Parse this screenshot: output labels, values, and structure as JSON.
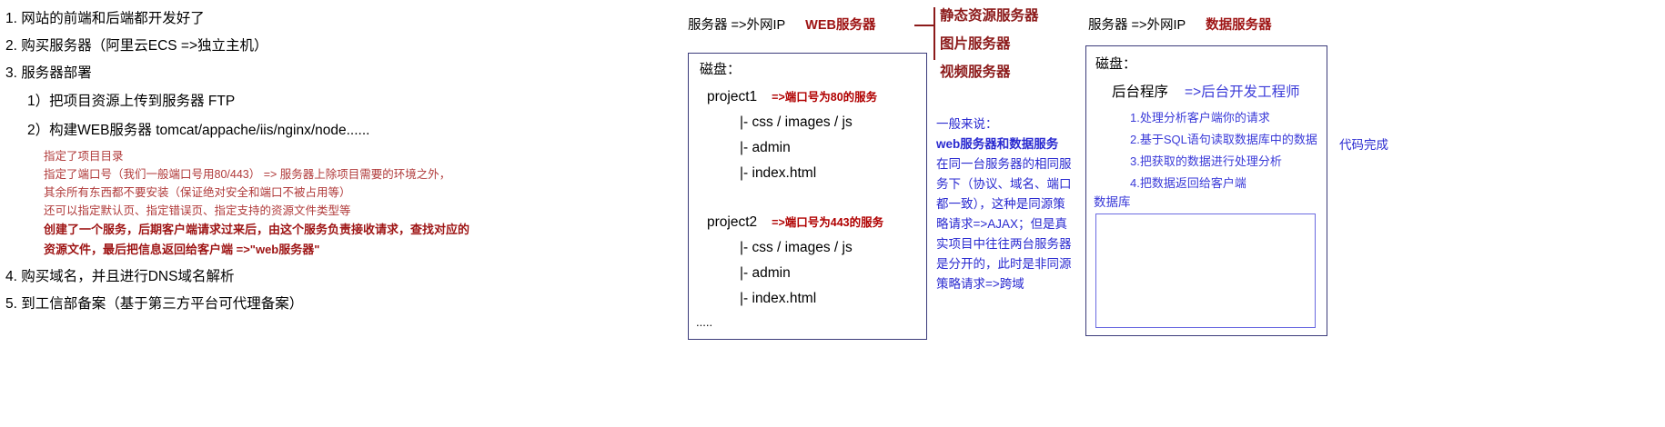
{
  "left_outline": {
    "items": [
      "1. 网站的前端和后端都开发好了",
      "2. 购买服务器（阿里云ECS =>独立主机）",
      "3. 服务器部署"
    ],
    "sub_items": [
      "1）把项目资源上传到服务器 FTP",
      "2）构建WEB服务器  tomcat/appache/iis/nginx/node......"
    ],
    "red_notes": [
      "指定了项目目录",
      "指定了端口号（我们一般端口号用80/443） => 服务器上除项目需要的环境之外，",
      "其余所有东西都不要安装（保证绝对安全和端口不被占用等）",
      "还可以指定默认页、指定错误页、指定支持的资源文件类型等"
    ],
    "red_bold_notes": [
      "创建了一个服务，后期客户端请求过来后，由这个服务负责接收请求，查找对应的",
      "资源文件，最后把信息返回给客户端 =>\"web服务器\""
    ],
    "tail_items": [
      "4. 购买域名，并且进行DNS域名解析",
      "5. 到工信部备案（基于第三方平台可代理备案）"
    ]
  },
  "web_server": {
    "header": "服务器 =>外网IP",
    "tag": "WEB服务器",
    "disk_label": "磁盘：",
    "projects": [
      {
        "name": "project1",
        "note": "=>端口号为80的服务",
        "children": [
          "|- css / images / js",
          "|- admin",
          "|- index.html"
        ]
      },
      {
        "name": "project2",
        "note": "=>端口号为443的服务",
        "children": [
          "|- css / images / js",
          "|- admin",
          "|- index.html"
        ]
      }
    ],
    "more": "....."
  },
  "resource_servers": {
    "items": [
      "静态资源服务器",
      "图片服务器",
      "视频服务器"
    ]
  },
  "blue_note": {
    "title": "一般来说：",
    "lines": [
      "  web服务器和数据服务",
      "在同一台服务器的相同服",
      "务下（协议、域名、端口",
      "都一致），这种是同源策",
      "略请求=>AJAX；但是真",
      "实项目中往往两台服务器",
      "是分开的，此时是非同源",
      "策略请求=>跨域"
    ]
  },
  "data_server": {
    "header": "服务器 =>外网IP",
    "tag": "数据服务器",
    "disk_label": "磁盘：",
    "backend_title": "后台程序",
    "backend_arrow": "=>后台开发工程师",
    "backend_items": [
      "1.处理分析客户端你的请求",
      "2.基于SQL语句读取数据库中的数据",
      "3.把获取的数据进行处理分析",
      "4.把数据返回给客户端"
    ],
    "db_label": "数据库",
    "code_done": "代码完成"
  },
  "colors": {
    "red": "#b03a3a",
    "dark_red": "#9e1414",
    "blue": "#2a2ad0",
    "box_border": "#3b3b7a",
    "db_border": "#6a6ae0"
  }
}
